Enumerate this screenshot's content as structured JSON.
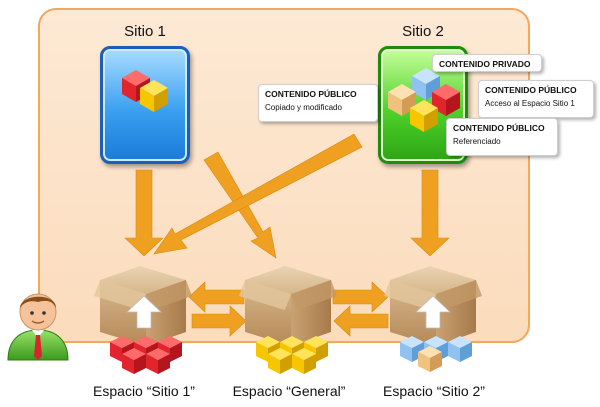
{
  "sites": [
    {
      "title": "Sitio 1"
    },
    {
      "title": "Sitio 2"
    }
  ],
  "callouts": {
    "privado": {
      "heading": "CONTENIDO PRIVADO"
    },
    "copiado": {
      "heading": "CONTENIDO PÚBLICO",
      "sub": "Copiado y modificado"
    },
    "acceso": {
      "heading": "CONTENIDO PÚBLICO",
      "sub": "Acceso al Espacio Sitio 1"
    },
    "referenciado": {
      "heading": "CONTENIDO PÚBLICO",
      "sub": "Referenciado"
    }
  },
  "spaces": [
    {
      "label": "Espacio “Sitio 1”"
    },
    {
      "label": "Espacio “General”"
    },
    {
      "label": "Espacio “Sitio 2”"
    }
  ],
  "colors": {
    "panel_border": "#f1a85a",
    "arrow": "#f0a020",
    "site1": "#2a8fe8",
    "site2": "#3cc01e",
    "cube_red": "#e2242c",
    "cube_yellow": "#f7c600",
    "cube_blue": "#8fc2f0",
    "cube_tan": "#f1c27d"
  },
  "icons": [
    "user-icon",
    "box-icon",
    "cube-icon",
    "upload-arrow-icon"
  ]
}
